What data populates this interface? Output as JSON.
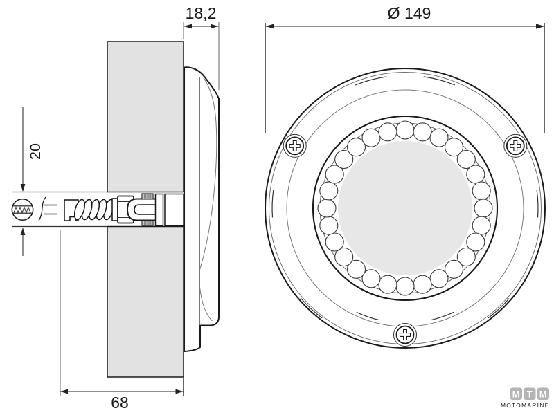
{
  "document": {
    "type": "technical-drawing"
  },
  "dimensions": {
    "protrusion_label": "18,2",
    "outer_diameter_label": "Ø 149",
    "hole_diameter_label": "20",
    "rear_depth_label": "68"
  },
  "front_view": {
    "led_count": 28,
    "led_ring_radius": 113,
    "led_radius": 13,
    "screw_ring_radius": 183,
    "screw_angles_deg": [
      -150.5,
      -29.5,
      90
    ]
  },
  "side_view": {
    "spring_coil_count": 5,
    "thread_hatch_count": 7
  },
  "logo": {
    "tiles": [
      "M",
      "T",
      "M"
    ],
    "subtitle": "MOTOMARINE"
  },
  "colors": {
    "line": "#1a1a1a",
    "thin_line": "#777777",
    "wall_fill": "#e2e2e2",
    "lens_fill": "#e7e7e7",
    "logo_tile": "#b5b5b5",
    "logo_text": "#b3b3b3",
    "background": "#ffffff"
  }
}
